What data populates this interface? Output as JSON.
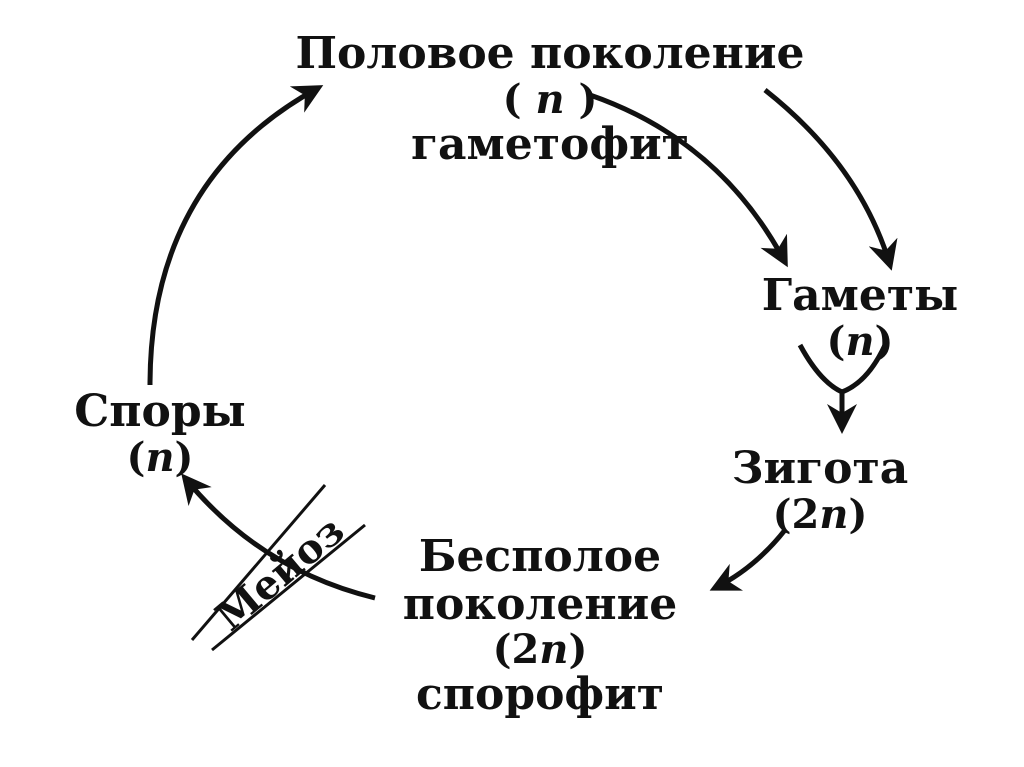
{
  "gametophyte": {
    "title": "Половое поколение",
    "ploidy_open": "( ",
    "ploidy_n": "n",
    "ploidy_close": " )",
    "name": "гаметофит"
  },
  "gametes": {
    "title": "Гаметы",
    "ploidy_open": "(",
    "ploidy_n": "n",
    "ploidy_close": ")"
  },
  "zygote": {
    "title": "Зигота",
    "ploidy_open": "(2",
    "ploidy_n": "n",
    "ploidy_close": ")"
  },
  "sporophyte": {
    "title_line1": "Бесполое",
    "title_line2": "поколение",
    "ploidy_open": "(2",
    "ploidy_n": "n",
    "ploidy_close": ")",
    "name": "спорофит"
  },
  "spores": {
    "title": "Споры",
    "ploidy_open": "(",
    "ploidy_n": "n",
    "ploidy_close": ")"
  },
  "meiosis": {
    "label": "Мейоз"
  },
  "colors": {
    "ink": "#111111",
    "background": "#ffffff"
  }
}
